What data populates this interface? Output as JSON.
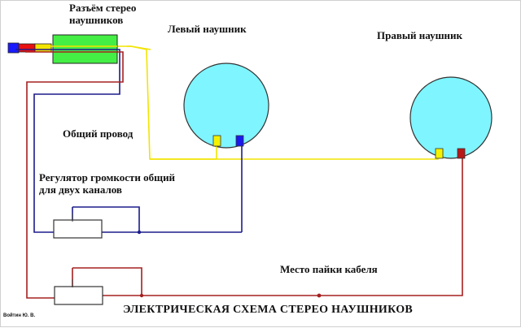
{
  "labels": {
    "connector": "Разъём стерео\nнаушников",
    "left_earphone": "Левый наушник",
    "right_earphone": "Правый наушник",
    "common_wire": "Общий провод",
    "volume_control": "Регулятор громкости общий\nдля двух каналов",
    "solder_point": "Место пайки кабеля",
    "title": "ЭЛЕКТРИЧЕСКАЯ СХЕМА СТЕРЕО НАУШНИКОВ",
    "author": "Войтин Ю. В."
  },
  "colors": {
    "earphone_fill": "#7ff5ff",
    "earphone_stroke": "#333333",
    "connector_body": "#44ee44",
    "connector_blue": "#1a1aff",
    "connector_red": "#e81010",
    "connector_yellow": "#f2e400",
    "wire_yellow": "#f2e400",
    "wire_red": "#a52020",
    "wire_blue": "#1c1c8c",
    "terminal_yellow": "#f5f200",
    "terminal_blue": "#1a1aee",
    "terminal_red": "#b81818",
    "node_dark": "#1c1c8c",
    "node_red": "#a52020"
  }
}
